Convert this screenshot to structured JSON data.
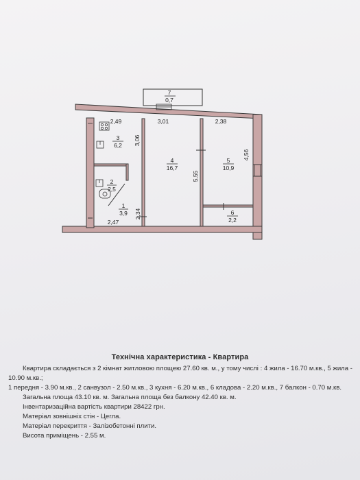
{
  "plan": {
    "rooms": [
      {
        "id": "3",
        "area": "6,2"
      },
      {
        "id": "4",
        "area": "16,7"
      },
      {
        "id": "5",
        "area": "10,9"
      },
      {
        "id": "2",
        "area": "2,5"
      },
      {
        "id": "1",
        "area": "3,9"
      },
      {
        "id": "6",
        "area": "2,2"
      },
      {
        "id": "7",
        "area": "0,7"
      }
    ],
    "dimensions": [
      "2,49",
      "3,01",
      "2,38",
      "3,06",
      "5,55",
      "4,56",
      "2,34",
      "2,47"
    ],
    "symbols": {
      "stove": "stove-icon",
      "sink": "sink-icon"
    }
  },
  "spec": {
    "title": "Технічна характеристика - Квартира",
    "lines": [
      "Квартира складається з 2 кімнат житловою площею 27.60 кв. м., у тому числі : 4 жила - 16.70 м.кв., 5 жила -",
      "10.90 м.кв.;",
      "1 передня - 3.90 м.кв., 2 санвузол - 2.50 м.кв., 3 кухня - 6.20 м.кв., 6 кладова - 2.20 м.кв., 7 балкон - 0.70 м.кв.",
      "Загальна площа 43.10 кв. м.  Загальна площа без балкону 42.40 кв. м.",
      "Інвентаризаційна вартість квартири 28422        грн.",
      "Матеріал зовнішніх стін - Цегла.",
      "Матеріал перекриття - Залізобетонні плити.",
      "Висота приміщень - 2.55 м."
    ]
  }
}
